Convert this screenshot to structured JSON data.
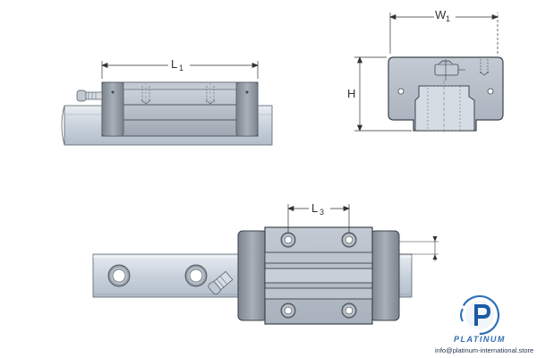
{
  "dimensions": {
    "length": {
      "main": "L",
      "sub": "1"
    },
    "width": {
      "main": "W",
      "sub": "1"
    },
    "height": {
      "main": "H",
      "sub": ""
    },
    "hole_spacing": {
      "main": "L",
      "sub": "3"
    }
  },
  "brand": {
    "name": "PLATINUM",
    "email": "info@platinum-international.store",
    "accent_color": "#2e6fb5"
  },
  "colors": {
    "carriage": "#b6bec9",
    "carriage_dark": "#6b7480",
    "rail": "#c7d0db",
    "rail_light": "#e3e8ef",
    "end_seal": "#8b929b"
  }
}
